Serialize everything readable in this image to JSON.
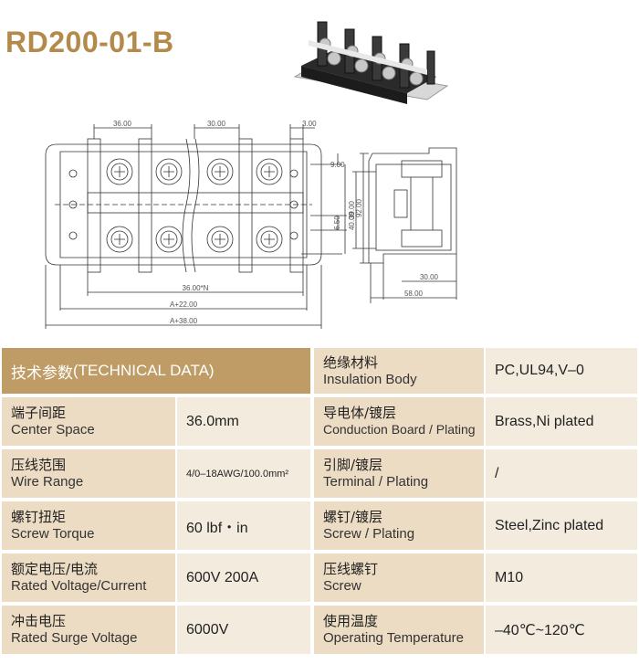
{
  "product": {
    "model": "RD200-01-B"
  },
  "drawing_dims": {
    "pitch": "36.00",
    "pitch2": "30.00",
    "small": "3.00",
    "side_9": "9.00",
    "side_40": "40.00",
    "side_650": "6.50",
    "h_92": "92.00",
    "h_39": "39.00",
    "b_36n": "36.00*N",
    "b_a22": "A+22.00",
    "b_a38": "A+38.00",
    "s_30": "30.00",
    "s_58": "58.00"
  },
  "table": {
    "header": {
      "zh": "技术参数",
      "en": "(TECHNICAL DATA)"
    },
    "left": [
      {
        "zh": "端子间距",
        "en": "Center Space",
        "value": "36.0mm"
      },
      {
        "zh": "压线范围",
        "en": "Wire Range",
        "value": "4/0–18AWG/100.0mm²"
      },
      {
        "zh": "螺钉扭矩",
        "en": "Screw Torque",
        "value": "60 lbf・in"
      },
      {
        "zh": "额定电压/电流",
        "en": "Rated Voltage/Current",
        "value": "600V 200A"
      },
      {
        "zh": "冲击电压",
        "en": "Rated Surge Voltage",
        "value": "6000V"
      }
    ],
    "right": [
      {
        "zh": "绝缘材料",
        "en": "Insulation Body",
        "value": "PC,UL94,V–0"
      },
      {
        "zh": "导电体/镀层",
        "en": "Conduction Board / Plating",
        "value": "Brass,Ni plated"
      },
      {
        "zh": "引脚/镀层",
        "en": "Terminal / Plating",
        "value": "/"
      },
      {
        "zh": "螺钉/镀层",
        "en": "Screw / Plating",
        "value": "Steel,Zinc plated"
      },
      {
        "zh": "压线螺钉",
        "en": "Screw",
        "value": "M10"
      },
      {
        "zh": "使用温度",
        "en": "Operating Temperature",
        "value": "–40℃~120℃"
      }
    ]
  }
}
